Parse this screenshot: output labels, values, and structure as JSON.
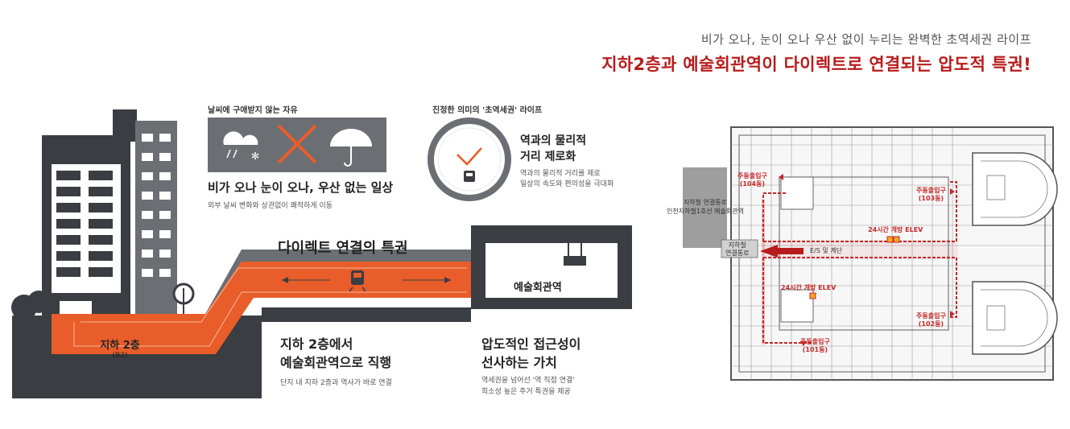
{
  "header": {
    "subtitle": "비가 오나, 눈이 오나 우산 없이 누리는 완벽한 초역세권 라이프",
    "title": "지하2층과 예술회관역이 다이렉트로 연결되는 압도적 특권!"
  },
  "weather": {
    "heading": "날씨에 구애받지 않는 자유",
    "title": "비가 오나 눈이 오나, 우산 없는 일상",
    "desc": "외부 날씨 변화와 상관없이 쾌적하게 이동"
  },
  "distance": {
    "heading": "진정한 의미의 '초역세권' 라이프",
    "title_line1": "역과의 물리적",
    "title_line2": "거리 제로화",
    "desc_line1": "역과의 물리적 거리를 제로",
    "desc_line2": "일상의 속도와 편의성을 극대화"
  },
  "diagram": {
    "direct_title": "다이렉트 연결의 특권",
    "b2_label": "지하 2층",
    "b2_sub": "(B2)",
    "station_label": "예술회관역"
  },
  "b2_section": {
    "title_line1": "지하 2층에서",
    "title_line2": "예술회관역으로 직행",
    "desc": "단지 내 지하 2층과 역사가 바로 연결"
  },
  "value_section": {
    "title_line1": "압도적인 접근성이",
    "title_line2": "선사하는 가치",
    "desc_line1": "역세권을 넘어선 '역 직접 연결'",
    "desc_line2": "희소성 높은 주거 특권을 제공"
  },
  "map": {
    "subway_line1": "지하철 연결통로",
    "subway_line2": "인천지하철1호선 예술회관역",
    "subway_box_line1": "지하철",
    "subway_box_line2": "연결통로",
    "es_label": "E/S 및 계단",
    "elev_top": "24시간 개방 ELEV",
    "elev_bottom": "24시간 개방 ELEV",
    "entrance_104_line1": "주동출입구",
    "entrance_104_line2": "(104동)",
    "entrance_103_line1": "주동출입구",
    "entrance_103_line2": "(103동)",
    "entrance_102_line1": "주동출입구",
    "entrance_102_line2": "(102동)",
    "entrance_101_line1": "주동출입구",
    "entrance_101_line2": "(101동)"
  },
  "colors": {
    "accent_red": "#b71c1c",
    "tunnel_orange": "#e85d2a",
    "dark_gray": "#3a3d42",
    "mid_gray": "#6b6e73"
  }
}
